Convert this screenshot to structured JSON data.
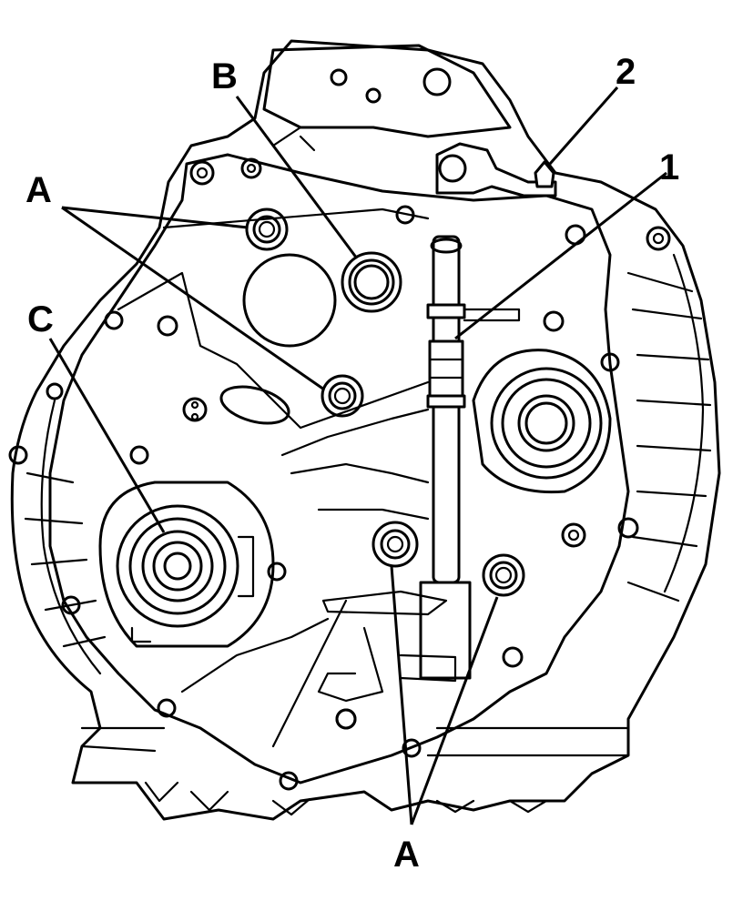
{
  "labels": {
    "A_top": "A",
    "A_bottom": "A",
    "B": "B",
    "C": "C",
    "one": "1",
    "two": "2"
  },
  "colors": {
    "line": "#000000",
    "background": "#ffffff"
  }
}
